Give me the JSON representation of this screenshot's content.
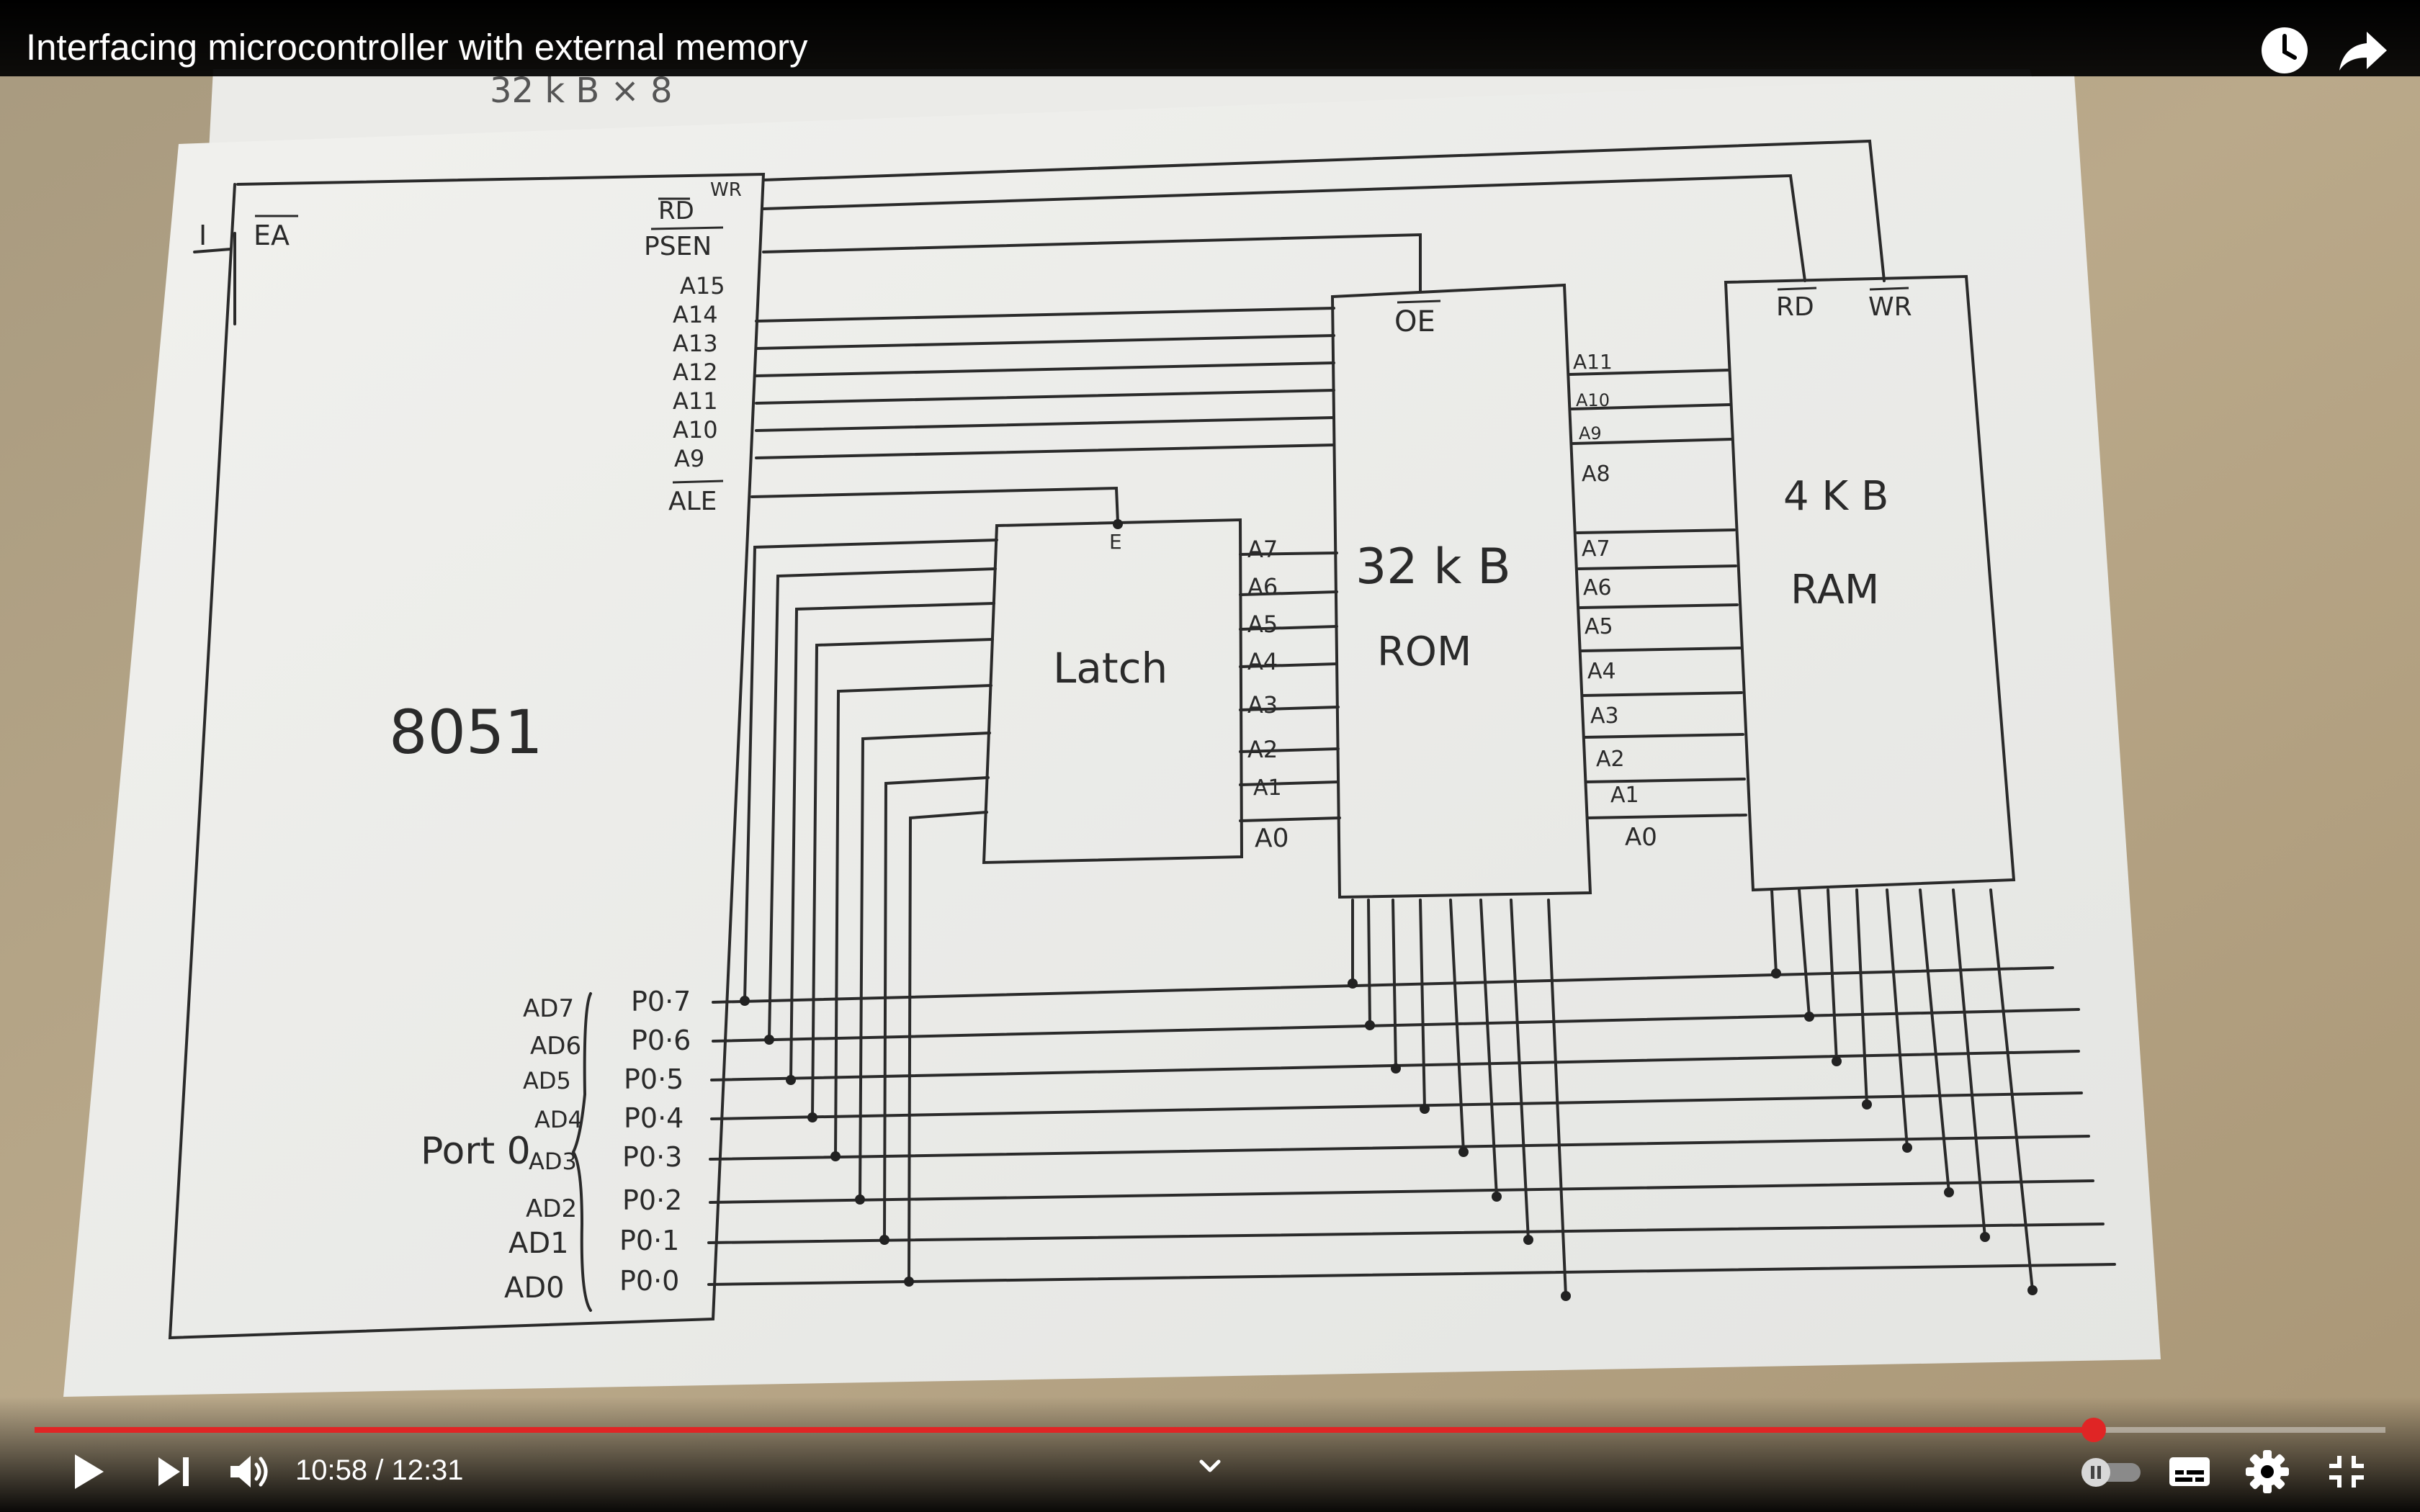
{
  "video": {
    "title": "Interfacing microcontroller with external memory",
    "current_time": "10:58",
    "separator": " / ",
    "duration": "12:31",
    "progress": 0.876,
    "progress_color": "#e02525"
  },
  "top_controls": {
    "icons": [
      "watch-later-icon",
      "share-icon"
    ]
  },
  "bottom_controls": {
    "left_icons": [
      "play-icon",
      "next-icon",
      "volume-icon"
    ],
    "center_icon": "chevron-down-icon",
    "right_icons": [
      "autoplay-toggle-icon",
      "subtitles-icon",
      "settings-icon",
      "exit-fullscreen-icon"
    ]
  },
  "diagram": {
    "top_note": "32 k B × 8",
    "mcu": {
      "label": "8051",
      "ea": "EA",
      "ea_tie": "I",
      "pins_top": [
        "WR",
        "RD",
        "PSEN",
        "A15",
        "A14",
        "A13",
        "A12",
        "A11",
        "A10",
        "A9",
        "ALE"
      ],
      "port_label": "Port 0",
      "ad_labels": [
        "AD7",
        "AD6",
        "AD5",
        "AD4",
        "AD3",
        "AD2",
        "AD1",
        "AD0"
      ],
      "p0_pins": [
        "P0·7",
        "P0·6",
        "P0·5",
        "P0·4",
        "P0·3",
        "P0·2",
        "P0·1",
        "P0·0"
      ]
    },
    "latch": {
      "label": "Latch",
      "enable": "E",
      "outputs": [
        "A7",
        "A6",
        "A5",
        "A4",
        "A3",
        "A2",
        "A1",
        "A0"
      ]
    },
    "rom": {
      "label_top": "32 k B",
      "label_bottom": "ROM",
      "oe": "OE"
    },
    "ram": {
      "label_top": "4 K B",
      "label_bottom": "RAM",
      "rd": "RD",
      "wr": "WR",
      "addr_inputs": [
        "A11",
        "A10",
        "A9",
        "A8",
        "A7",
        "A6",
        "A5",
        "A4",
        "A3",
        "A2",
        "A1",
        "A0"
      ]
    }
  }
}
